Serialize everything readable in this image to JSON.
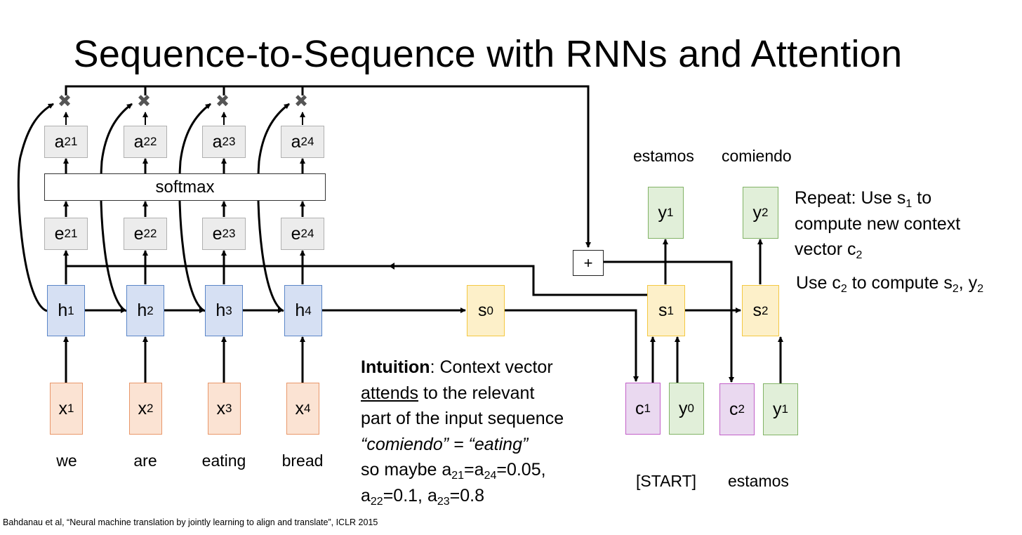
{
  "slide": {
    "title": "Sequence-to-Sequence with RNNs and Attention",
    "citation": "Bahdanau et al, “Neural machine translation by jointly learning to align and translate”, ICLR 2015"
  },
  "encoder": {
    "attention_weights": [
      {
        "base": "a",
        "sub": "21"
      },
      {
        "base": "a",
        "sub": "22"
      },
      {
        "base": "a",
        "sub": "23"
      },
      {
        "base": "a",
        "sub": "24"
      }
    ],
    "softmax_label": "softmax",
    "alignment_scores": [
      {
        "base": "e",
        "sub": "21"
      },
      {
        "base": "e",
        "sub": "22"
      },
      {
        "base": "e",
        "sub": "23"
      },
      {
        "base": "e",
        "sub": "24"
      }
    ],
    "hidden_states": [
      {
        "base": "h",
        "sub": "1"
      },
      {
        "base": "h",
        "sub": "2"
      },
      {
        "base": "h",
        "sub": "3"
      },
      {
        "base": "h",
        "sub": "4"
      }
    ],
    "inputs": [
      {
        "base": "x",
        "sub": "1"
      },
      {
        "base": "x",
        "sub": "2"
      },
      {
        "base": "x",
        "sub": "3"
      },
      {
        "base": "x",
        "sub": "4"
      }
    ],
    "input_words": [
      "we",
      "are",
      "eating",
      "bread"
    ],
    "multiply_symbol": "✖"
  },
  "decoder": {
    "initial_state": {
      "base": "s",
      "sub": "0"
    },
    "states": [
      {
        "base": "s",
        "sub": "1"
      },
      {
        "base": "s",
        "sub": "2"
      }
    ],
    "outputs": [
      {
        "base": "y",
        "sub": "1"
      },
      {
        "base": "y",
        "sub": "2"
      }
    ],
    "output_words": [
      "estamos",
      "comiendo"
    ],
    "contexts": [
      {
        "base": "c",
        "sub": "1"
      },
      {
        "base": "c",
        "sub": "2"
      }
    ],
    "prev_outputs": [
      {
        "base": "y",
        "sub": "0"
      },
      {
        "base": "y",
        "sub": "1"
      }
    ],
    "prev_output_words": [
      "[START]",
      "estamos"
    ],
    "sum_symbol": "+"
  },
  "annotations": {
    "repeat": {
      "line1_a": "Repeat: Use s",
      "line1_sub": "1",
      "line1_b": " to",
      "line2": "compute new context",
      "line3_a": "vector c",
      "line3_sub": "2"
    },
    "use_c2": {
      "a": "Use c",
      "sub1": "2",
      "b": " to compute s",
      "sub2": "2",
      "c": ", y",
      "sub3": "2"
    },
    "intuition": {
      "bold": "Intuition",
      "rest1": ": Context vector",
      "underlined": "attends",
      "rest2": " to the relevant",
      "line3": "part of the input sequence",
      "line4": "“comiendo” = “eating”",
      "line5_a": "so maybe a",
      "line5_sub1": "21",
      "line5_b": "=a",
      "line5_sub2": "24",
      "line5_c": "=0.05,",
      "line6_a": "a",
      "line6_sub1": "22",
      "line6_b": "=0.1, a",
      "line6_sub2": "23",
      "line6_c": "=0.8"
    }
  }
}
